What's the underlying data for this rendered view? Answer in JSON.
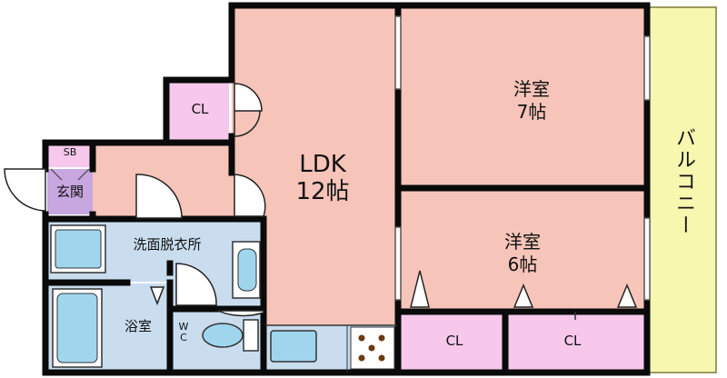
{
  "rooms": {
    "ldk": {
      "name": "LDK",
      "size": "12帖"
    },
    "western7": {
      "name": "洋室",
      "size": "7帖"
    },
    "western6": {
      "name": "洋室",
      "size": "6帖"
    },
    "balcony": "バルコニー",
    "entrance": "玄関",
    "shoe_box": "SB",
    "washroom": "洗面脱衣所",
    "bath": "浴室",
    "toilet": "W\nC",
    "closet_top": "CL",
    "closet_bottom_left": "CL",
    "closet_bottom_right": "CL"
  },
  "colors": {
    "wall": "#0a0a0a",
    "room_pink": "#f6c4b9",
    "closet_pink": "#f7c8ec",
    "wet_blue": "#c9ddef",
    "balcony_yellow": "#f8f7b0",
    "entrance_purple": "#c8a6e0",
    "fixture_cyan": "#9fd6ee"
  }
}
